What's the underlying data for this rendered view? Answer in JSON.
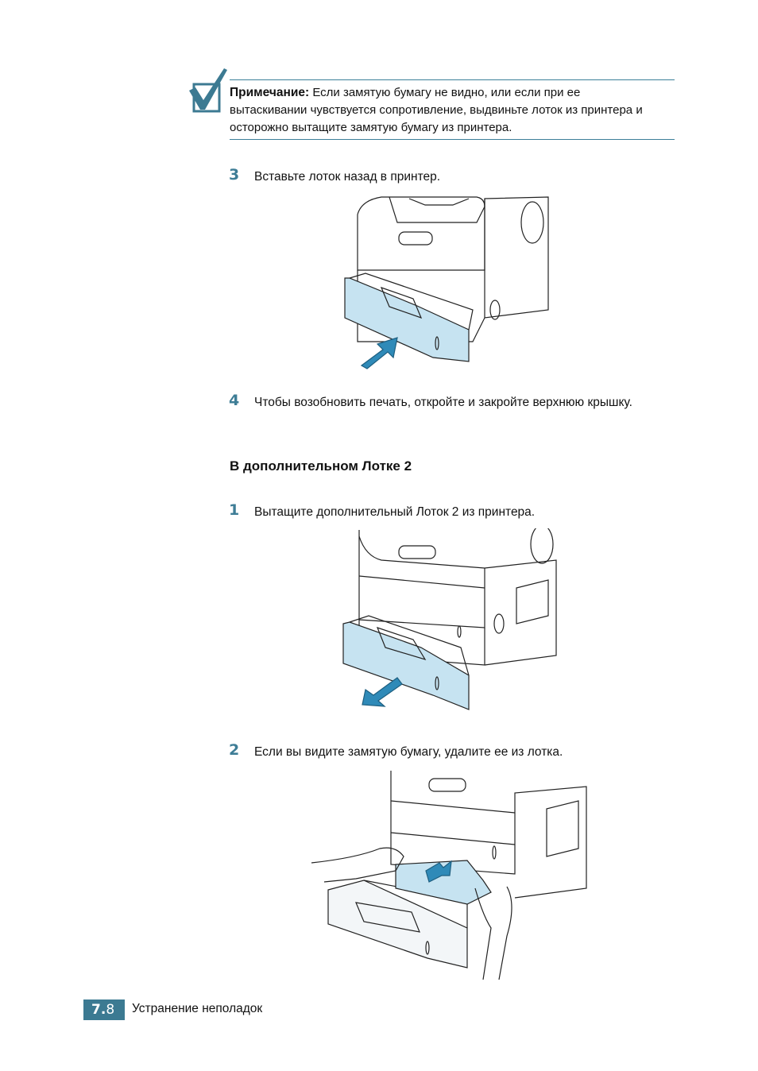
{
  "note": {
    "label": "Примечание:",
    "text": "Если замятую бумагу не видно, или если при ее вытаскивании чувствуется сопротивление, выдвиньте лоток из принтера и осторожно вытащите замятую бумагу из принтера."
  },
  "steps_a": [
    {
      "number": "3",
      "text": "Вставьте лоток назад в принтер."
    },
    {
      "number": "4",
      "text": "Чтобы возобновить печать, откройте и закройте верхнюю крышку."
    }
  ],
  "section": {
    "heading": "В дополнительном Лотке 2"
  },
  "steps_b": [
    {
      "number": "1",
      "text": "Вытащите дополнительный Лоток 2 из принтера."
    },
    {
      "number": "2",
      "text": "Если вы видите замятую бумагу, удалите ее из лотка."
    }
  ],
  "footer": {
    "chapter": "7",
    "page": "8",
    "separator": ".",
    "title": "Устранение неполадок"
  },
  "colors": {
    "accent": "#3c7a92",
    "tray_fill": "#c6e3f1",
    "arrow": "#2f8ab8"
  }
}
